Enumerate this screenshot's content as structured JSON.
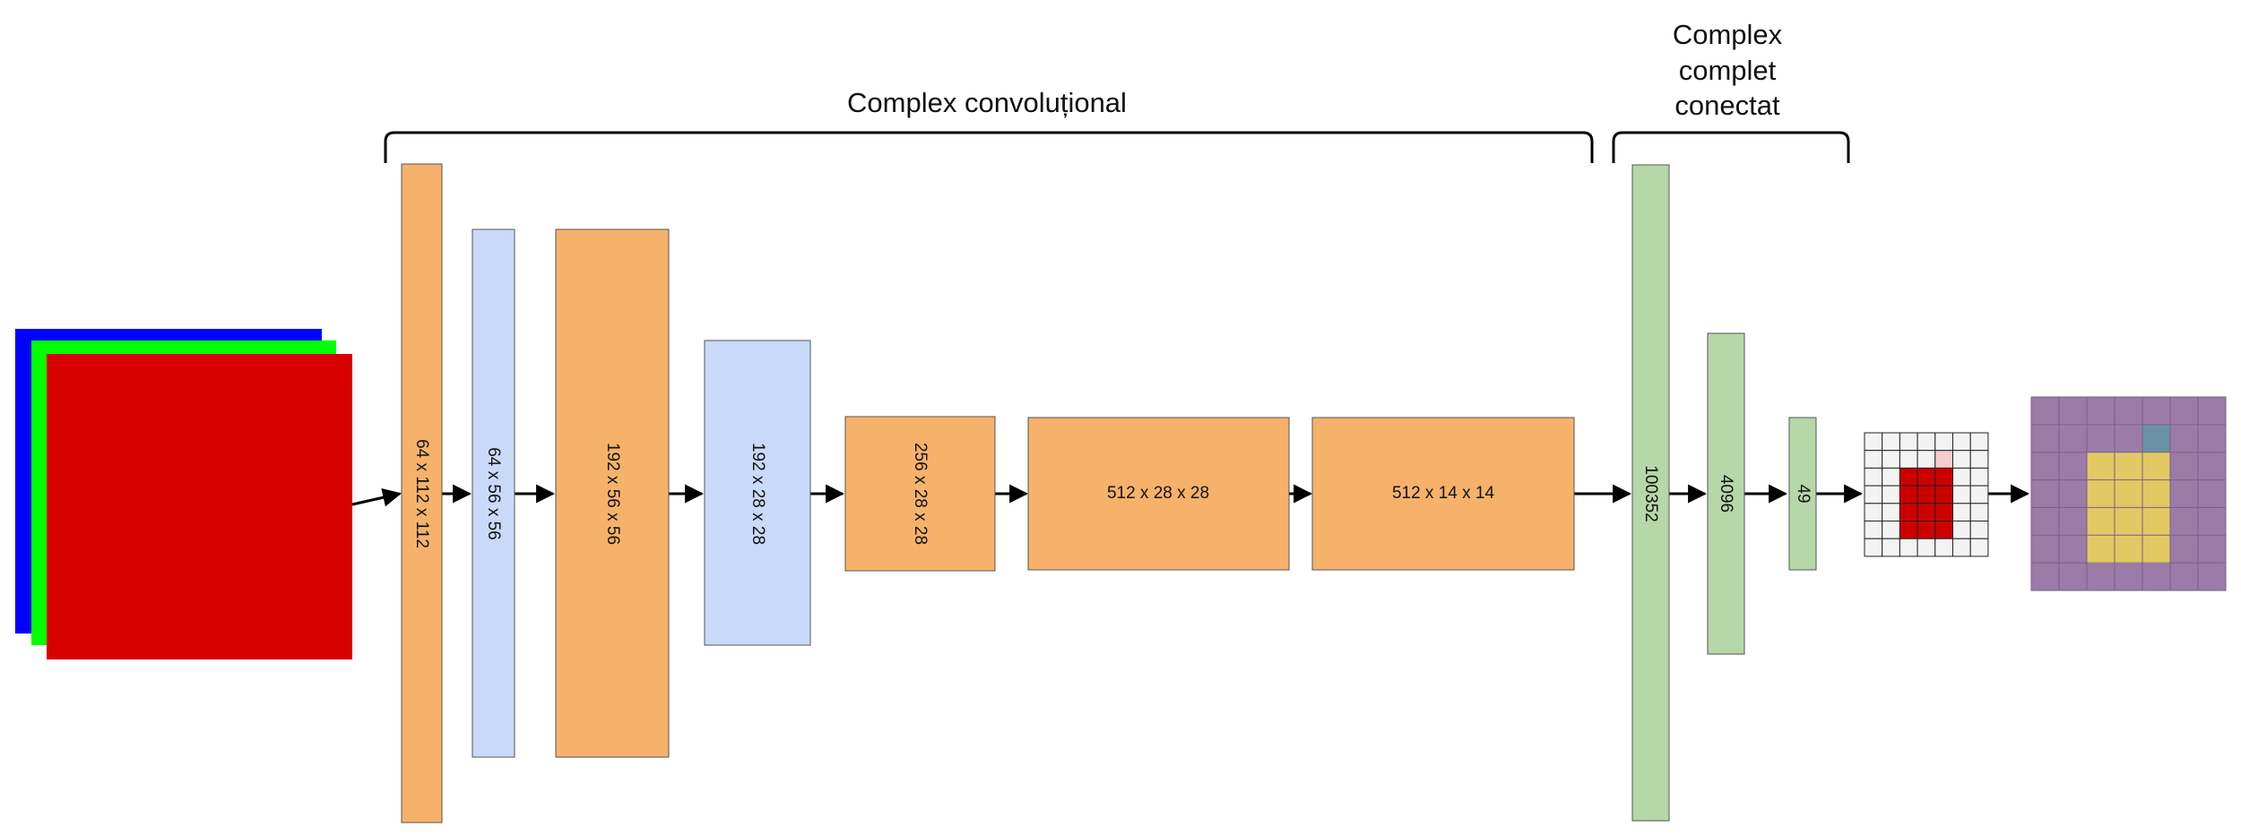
{
  "sections": {
    "convolutional": "Complex convoluțional",
    "fully_connected": [
      "Complex",
      "complet",
      "conectat"
    ]
  },
  "layers": {
    "conv1": "64 x 112 x 112",
    "pool1": "64 x 56 x 56",
    "conv2": "192 x 56 x 56",
    "pool2": "192 x 28 x 28",
    "conv3": "256 x 28 x 28",
    "conv4": "512 x 28 x 28",
    "conv5": "512 x 14 x 14",
    "fc1": "100352",
    "fc2": "4096",
    "fc3": "49"
  },
  "colors": {
    "conv": "#f6b26b",
    "pool": "#c9daf8",
    "fc": "#b6d7a8",
    "channel_red": "#ff0000",
    "channel_green": "#00ff00",
    "channel_blue": "#0000ff",
    "grid_highlight": "#cc0000",
    "output_overlay": "#9c7ba8",
    "face_highlight": "#f5e050"
  },
  "output_grid": {
    "rows": 7,
    "cols": 7
  },
  "icons": {
    "input": "face-photo-rgb-channels",
    "output": "face-photo-with-detection-grid"
  }
}
